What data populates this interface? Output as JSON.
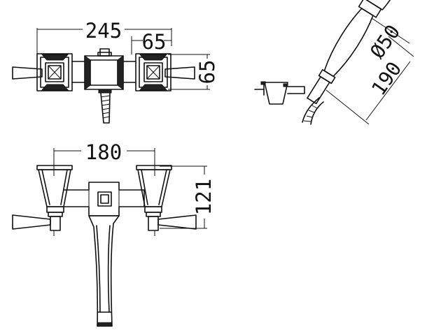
{
  "top_view": {
    "width_label": "245",
    "spacing_label": "65",
    "height_label": "65"
  },
  "hand_shower": {
    "diameter_label": "Ø50",
    "length_label": "190"
  },
  "front_view": {
    "centers_label": "180",
    "height_label": "121"
  }
}
